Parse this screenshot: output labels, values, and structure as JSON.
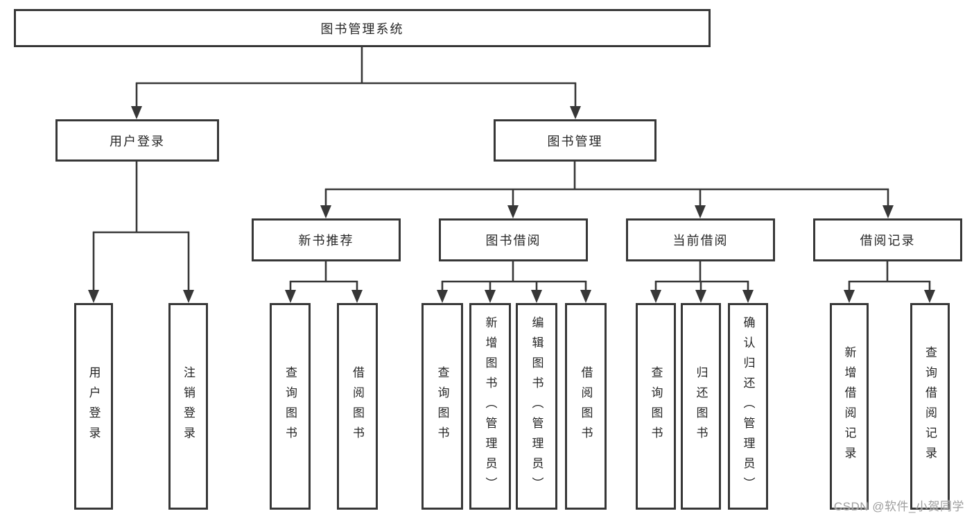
{
  "tree": {
    "label": "图书管理系统",
    "children": [
      {
        "label": "用户登录",
        "children": [
          {
            "label": "用户登录"
          },
          {
            "label": "注销登录"
          }
        ]
      },
      {
        "label": "图书管理",
        "children": [
          {
            "label": "新书推荐",
            "children": [
              {
                "label": "查询图书"
              },
              {
                "label": "借阅图书"
              }
            ]
          },
          {
            "label": "图书借阅",
            "children": [
              {
                "label": "查询图书"
              },
              {
                "label": "新增图书（管理员）"
              },
              {
                "label": "编辑图书（管理员）"
              },
              {
                "label": "借阅图书"
              }
            ]
          },
          {
            "label": "当前借阅",
            "children": [
              {
                "label": "查询图书"
              },
              {
                "label": "归还图书"
              },
              {
                "label": "确认归还（管理员）"
              }
            ]
          },
          {
            "label": "借阅记录",
            "children": [
              {
                "label": "新增借阅记录"
              },
              {
                "label": "查询借阅记录"
              }
            ]
          }
        ]
      }
    ]
  },
  "watermark": {
    "text": "CSDN @软件_小贺同学"
  },
  "colors": {
    "line": "#373737",
    "box_border": "#373737",
    "text": "#262626",
    "background": "#ffffff",
    "watermark": "#9e9e9e"
  }
}
